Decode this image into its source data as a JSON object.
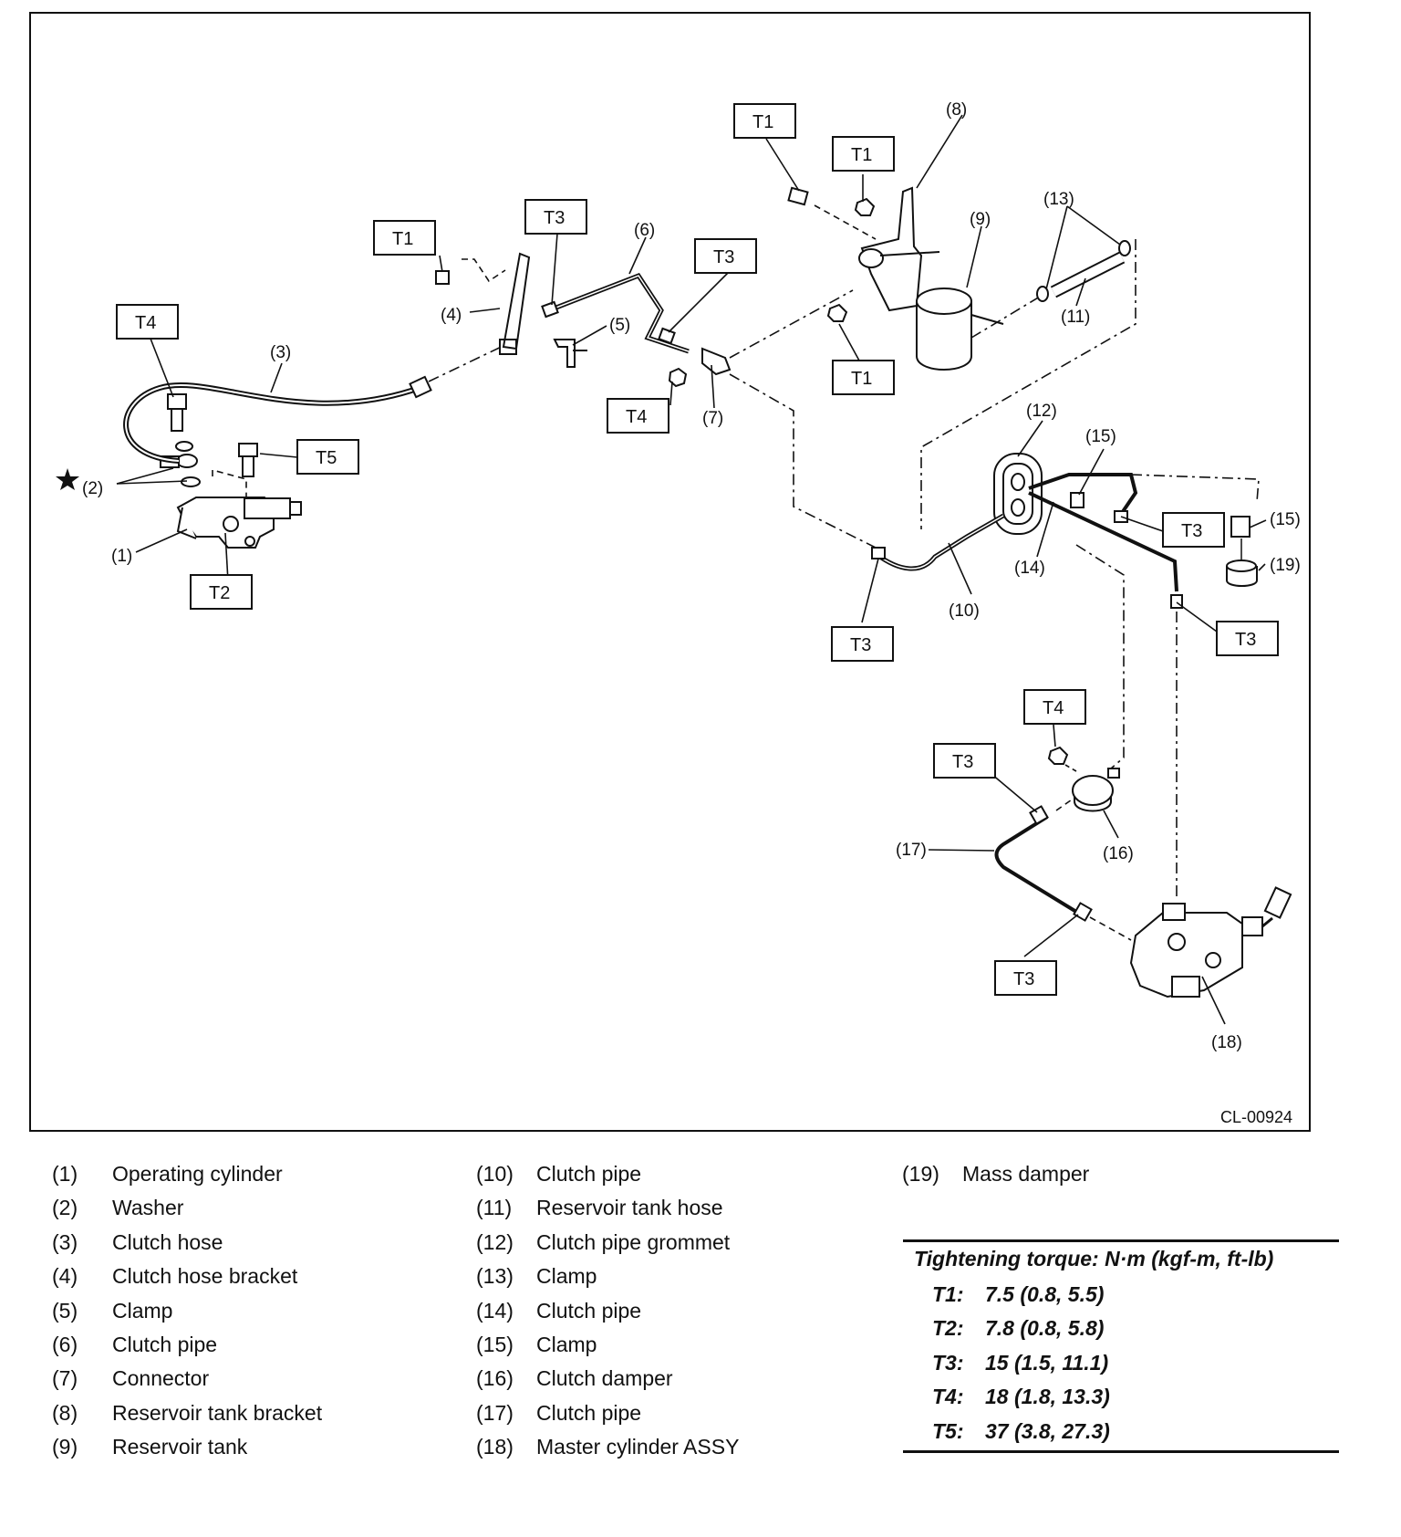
{
  "drawing_code": "CL-00924",
  "callouts": {
    "c1": "(1)",
    "c2": "(2)",
    "c3": "(3)",
    "c4": "(4)",
    "c5": "(5)",
    "c6": "(6)",
    "c7": "(7)",
    "c8": "(8)",
    "c9": "(9)",
    "c10": "(10)",
    "c11": "(11)",
    "c12": "(12)",
    "c13": "(13)",
    "c14": "(14)",
    "c15a": "(15)",
    "c15b": "(15)",
    "c16": "(16)",
    "c17": "(17)",
    "c18": "(18)",
    "c19": "(19)"
  },
  "torque_tags": {
    "t1_a": "T1",
    "t1_b": "T1",
    "t1_c": "T1",
    "t1_d": "T1",
    "t2": "T2",
    "t3_a": "T3",
    "t3_b": "T3",
    "t3_c": "T3",
    "t3_d": "T3",
    "t3_e": "T3",
    "t3_f": "T3",
    "t4_a": "T4",
    "t4_b": "T4",
    "t4_c": "T4",
    "t5": "T5"
  },
  "legend": {
    "col1": [
      {
        "num": "(1)",
        "name": "Operating cylinder"
      },
      {
        "num": "(2)",
        "name": "Washer"
      },
      {
        "num": "(3)",
        "name": "Clutch hose"
      },
      {
        "num": "(4)",
        "name": "Clutch hose bracket"
      },
      {
        "num": "(5)",
        "name": "Clamp"
      },
      {
        "num": "(6)",
        "name": "Clutch pipe"
      },
      {
        "num": "(7)",
        "name": "Connector"
      },
      {
        "num": "(8)",
        "name": "Reservoir tank bracket"
      },
      {
        "num": "(9)",
        "name": "Reservoir tank"
      }
    ],
    "col2": [
      {
        "num": "(10)",
        "name": "Clutch pipe"
      },
      {
        "num": "(11)",
        "name": "Reservoir tank hose"
      },
      {
        "num": "(12)",
        "name": "Clutch pipe grommet"
      },
      {
        "num": "(13)",
        "name": "Clamp"
      },
      {
        "num": "(14)",
        "name": "Clutch pipe"
      },
      {
        "num": "(15)",
        "name": "Clamp"
      },
      {
        "num": "(16)",
        "name": "Clutch damper"
      },
      {
        "num": "(17)",
        "name": "Clutch pipe"
      },
      {
        "num": "(18)",
        "name": "Master cylinder ASSY"
      }
    ],
    "col3": [
      {
        "num": "(19)",
        "name": "Mass damper"
      }
    ]
  },
  "torque_table": {
    "title": "Tightening torque: N·m (kgf-m, ft-lb)",
    "rows": [
      {
        "key": "T1:",
        "value": "7.5 (0.8, 5.5)"
      },
      {
        "key": "T2:",
        "value": "7.8 (0.8, 5.8)"
      },
      {
        "key": "T3:",
        "value": "15 (1.5, 11.1)"
      },
      {
        "key": "T4:",
        "value": "18 (1.8, 13.3)"
      },
      {
        "key": "T5:",
        "value": "37 (3.8, 27.3)"
      }
    ]
  }
}
